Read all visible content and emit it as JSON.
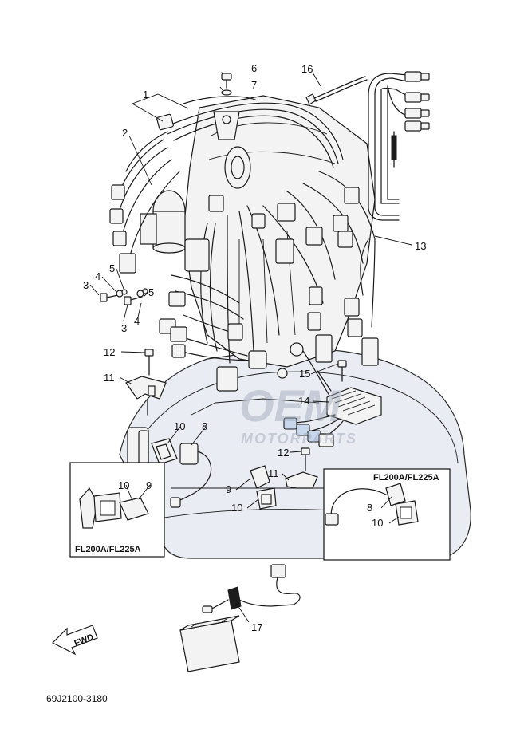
{
  "callouts": [
    {
      "id": "c1",
      "text": "1"
    },
    {
      "id": "c2",
      "text": "2"
    },
    {
      "id": "c3a",
      "text": "3"
    },
    {
      "id": "c3b",
      "text": "3"
    },
    {
      "id": "c4a",
      "text": "4"
    },
    {
      "id": "c4b",
      "text": "4"
    },
    {
      "id": "c5a",
      "text": "5"
    },
    {
      "id": "c5b",
      "text": "5"
    },
    {
      "id": "c6",
      "text": "6"
    },
    {
      "id": "c7",
      "text": "7"
    },
    {
      "id": "c8a",
      "text": "8"
    },
    {
      "id": "c8b",
      "text": "8"
    },
    {
      "id": "c9a",
      "text": "9"
    },
    {
      "id": "c9b",
      "text": "9"
    },
    {
      "id": "c10a",
      "text": "10"
    },
    {
      "id": "c10b",
      "text": "10"
    },
    {
      "id": "c10c",
      "text": "10"
    },
    {
      "id": "c10d",
      "text": "10"
    },
    {
      "id": "c11a",
      "text": "11"
    },
    {
      "id": "c11b",
      "text": "11"
    },
    {
      "id": "c12a",
      "text": "12"
    },
    {
      "id": "c12b",
      "text": "12"
    },
    {
      "id": "c13",
      "text": "13"
    },
    {
      "id": "c14",
      "text": "14"
    },
    {
      "id": "c15",
      "text": "15"
    },
    {
      "id": "c16",
      "text": "16"
    },
    {
      "id": "c17",
      "text": "17"
    }
  ],
  "insets": {
    "left_caption": "FL200A/FL225A",
    "right_caption": "FL200A/FL225A"
  },
  "direction_arrow": "FWD",
  "diagram_code": "69J2100-3180",
  "watermark": {
    "logo": "OEM",
    "tagline": "MOTORPARTS"
  }
}
